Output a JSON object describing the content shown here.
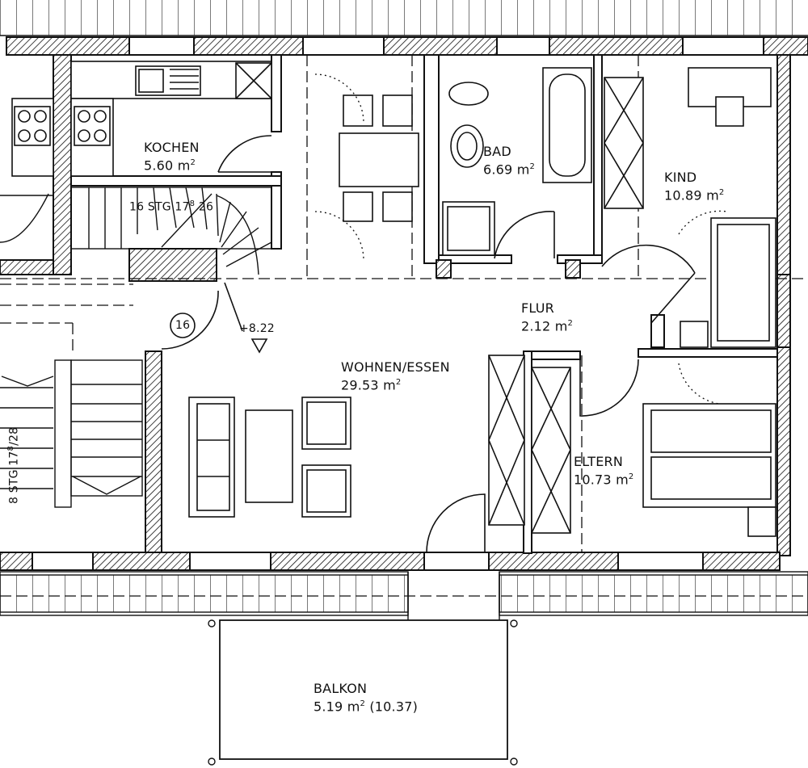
{
  "rooms": {
    "kochen": {
      "name": "KOCHEN",
      "area": "5.60 m",
      "sup": "2"
    },
    "bad": {
      "name": "BAD",
      "area": "6.69 m",
      "sup": "2"
    },
    "kind": {
      "name": "KIND",
      "area": "10.89 m",
      "sup": "2"
    },
    "flur": {
      "name": "FLUR",
      "area": "2.12 m",
      "sup": "2"
    },
    "wohnen": {
      "name": "WOHNEN/ESSEN",
      "area": "29.53 m",
      "sup": "2"
    },
    "eltern": {
      "name": "ELTERN",
      "area": "10.73 m",
      "sup": "2"
    },
    "balkon": {
      "name": "BALKON",
      "area": "5.19 m",
      "sup": "2",
      "extra": "(10.37)"
    }
  },
  "stairs": {
    "upper_label": "16 STG 17",
    "upper_sup": "8",
    "upper_end": "26",
    "left_label": "8 STG 17",
    "left_sup": "8",
    "left_end": "/28",
    "number": "16",
    "level": "+8.22"
  }
}
